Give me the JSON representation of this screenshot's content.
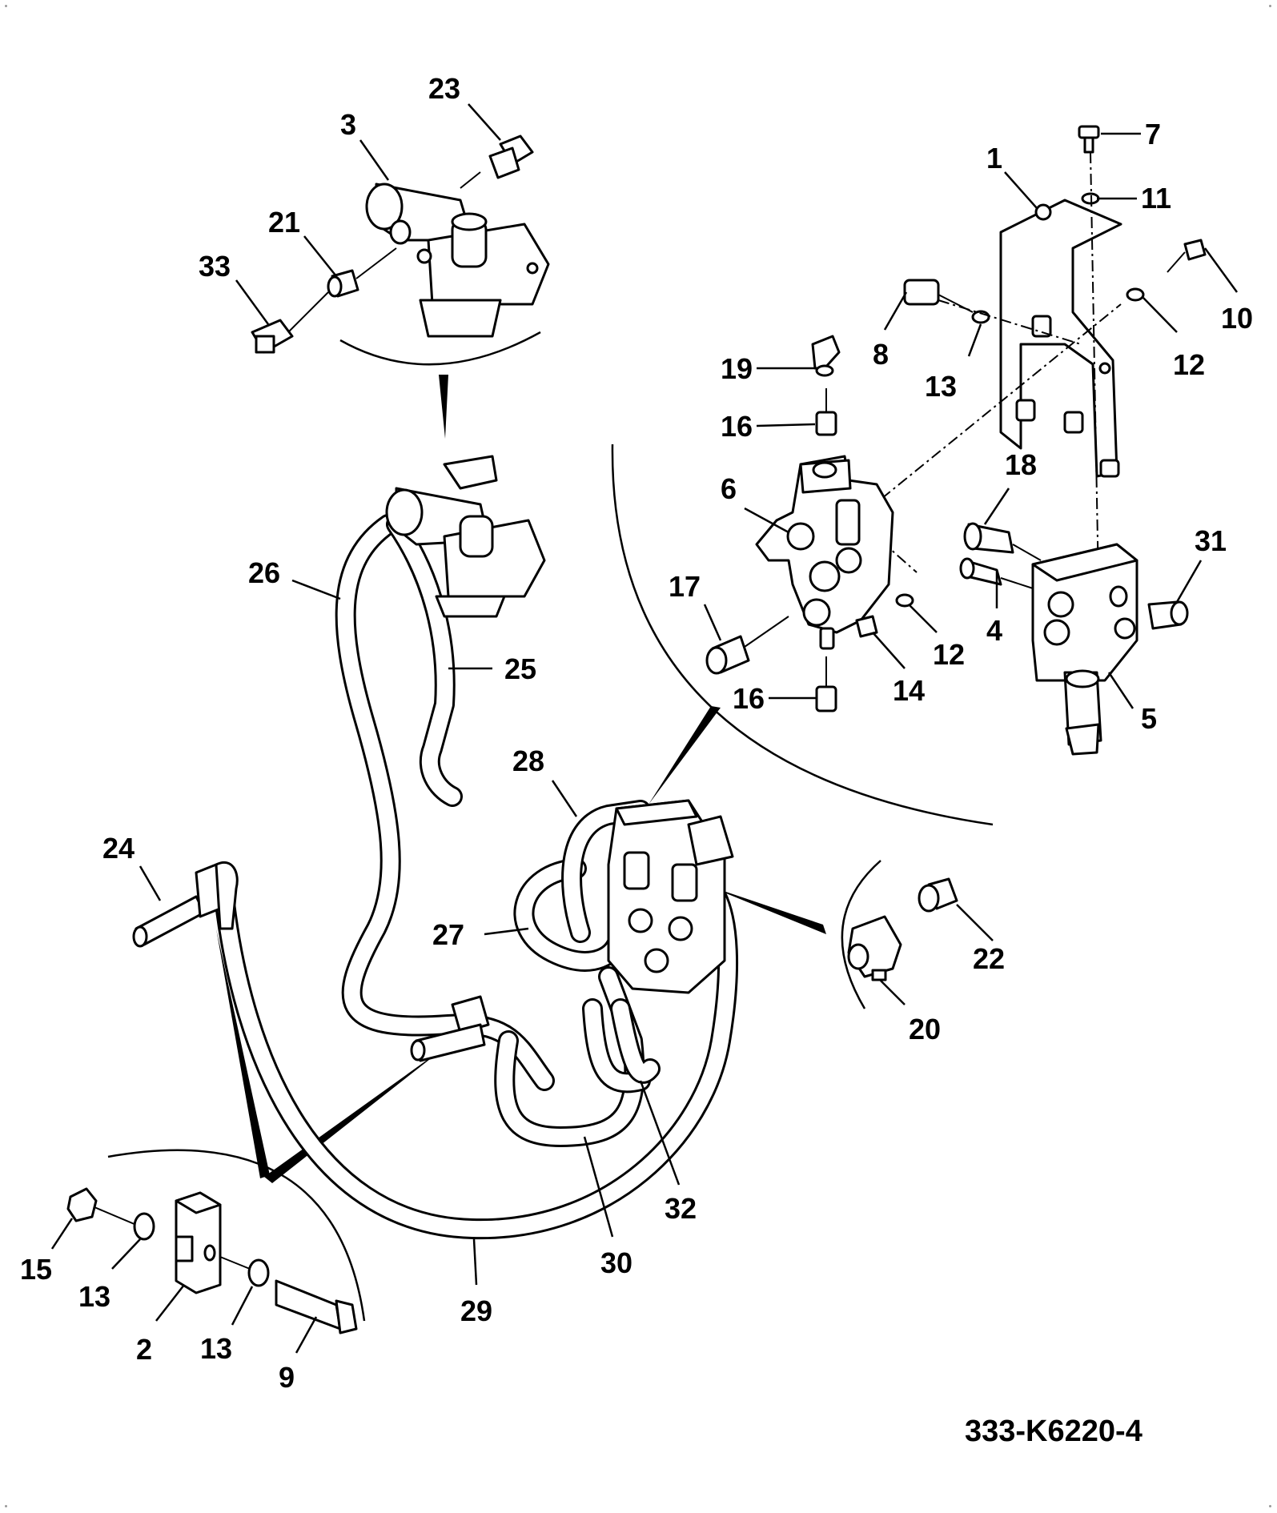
{
  "drawing_number": "333-K6220-4",
  "callouts": [
    {
      "id": "c23a",
      "label": "23"
    },
    {
      "id": "c3",
      "label": "3"
    },
    {
      "id": "c21",
      "label": "21"
    },
    {
      "id": "c33",
      "label": "33"
    },
    {
      "id": "c7",
      "label": "7"
    },
    {
      "id": "c1",
      "label": "1"
    },
    {
      "id": "c11",
      "label": "11"
    },
    {
      "id": "c10",
      "label": "10"
    },
    {
      "id": "c8",
      "label": "8"
    },
    {
      "id": "c12a",
      "label": "12"
    },
    {
      "id": "c13a",
      "label": "13"
    },
    {
      "id": "c19",
      "label": "19"
    },
    {
      "id": "c16a",
      "label": "16"
    },
    {
      "id": "c18",
      "label": "18"
    },
    {
      "id": "c6",
      "label": "6"
    },
    {
      "id": "c31",
      "label": "31"
    },
    {
      "id": "c17",
      "label": "17"
    },
    {
      "id": "c4",
      "label": "4"
    },
    {
      "id": "c12b",
      "label": "12"
    },
    {
      "id": "c14",
      "label": "14"
    },
    {
      "id": "c16b",
      "label": "16"
    },
    {
      "id": "c5",
      "label": "5"
    },
    {
      "id": "c26",
      "label": "26"
    },
    {
      "id": "c25",
      "label": "25"
    },
    {
      "id": "c28",
      "label": "28"
    },
    {
      "id": "c24",
      "label": "24"
    },
    {
      "id": "c27",
      "label": "27"
    },
    {
      "id": "c22",
      "label": "22"
    },
    {
      "id": "c20",
      "label": "20"
    },
    {
      "id": "c32",
      "label": "32"
    },
    {
      "id": "c30",
      "label": "30"
    },
    {
      "id": "c15",
      "label": "15"
    },
    {
      "id": "c13b",
      "label": "13"
    },
    {
      "id": "c2",
      "label": "2"
    },
    {
      "id": "c13c",
      "label": "13"
    },
    {
      "id": "c9",
      "label": "9"
    },
    {
      "id": "c29",
      "label": "29"
    }
  ]
}
